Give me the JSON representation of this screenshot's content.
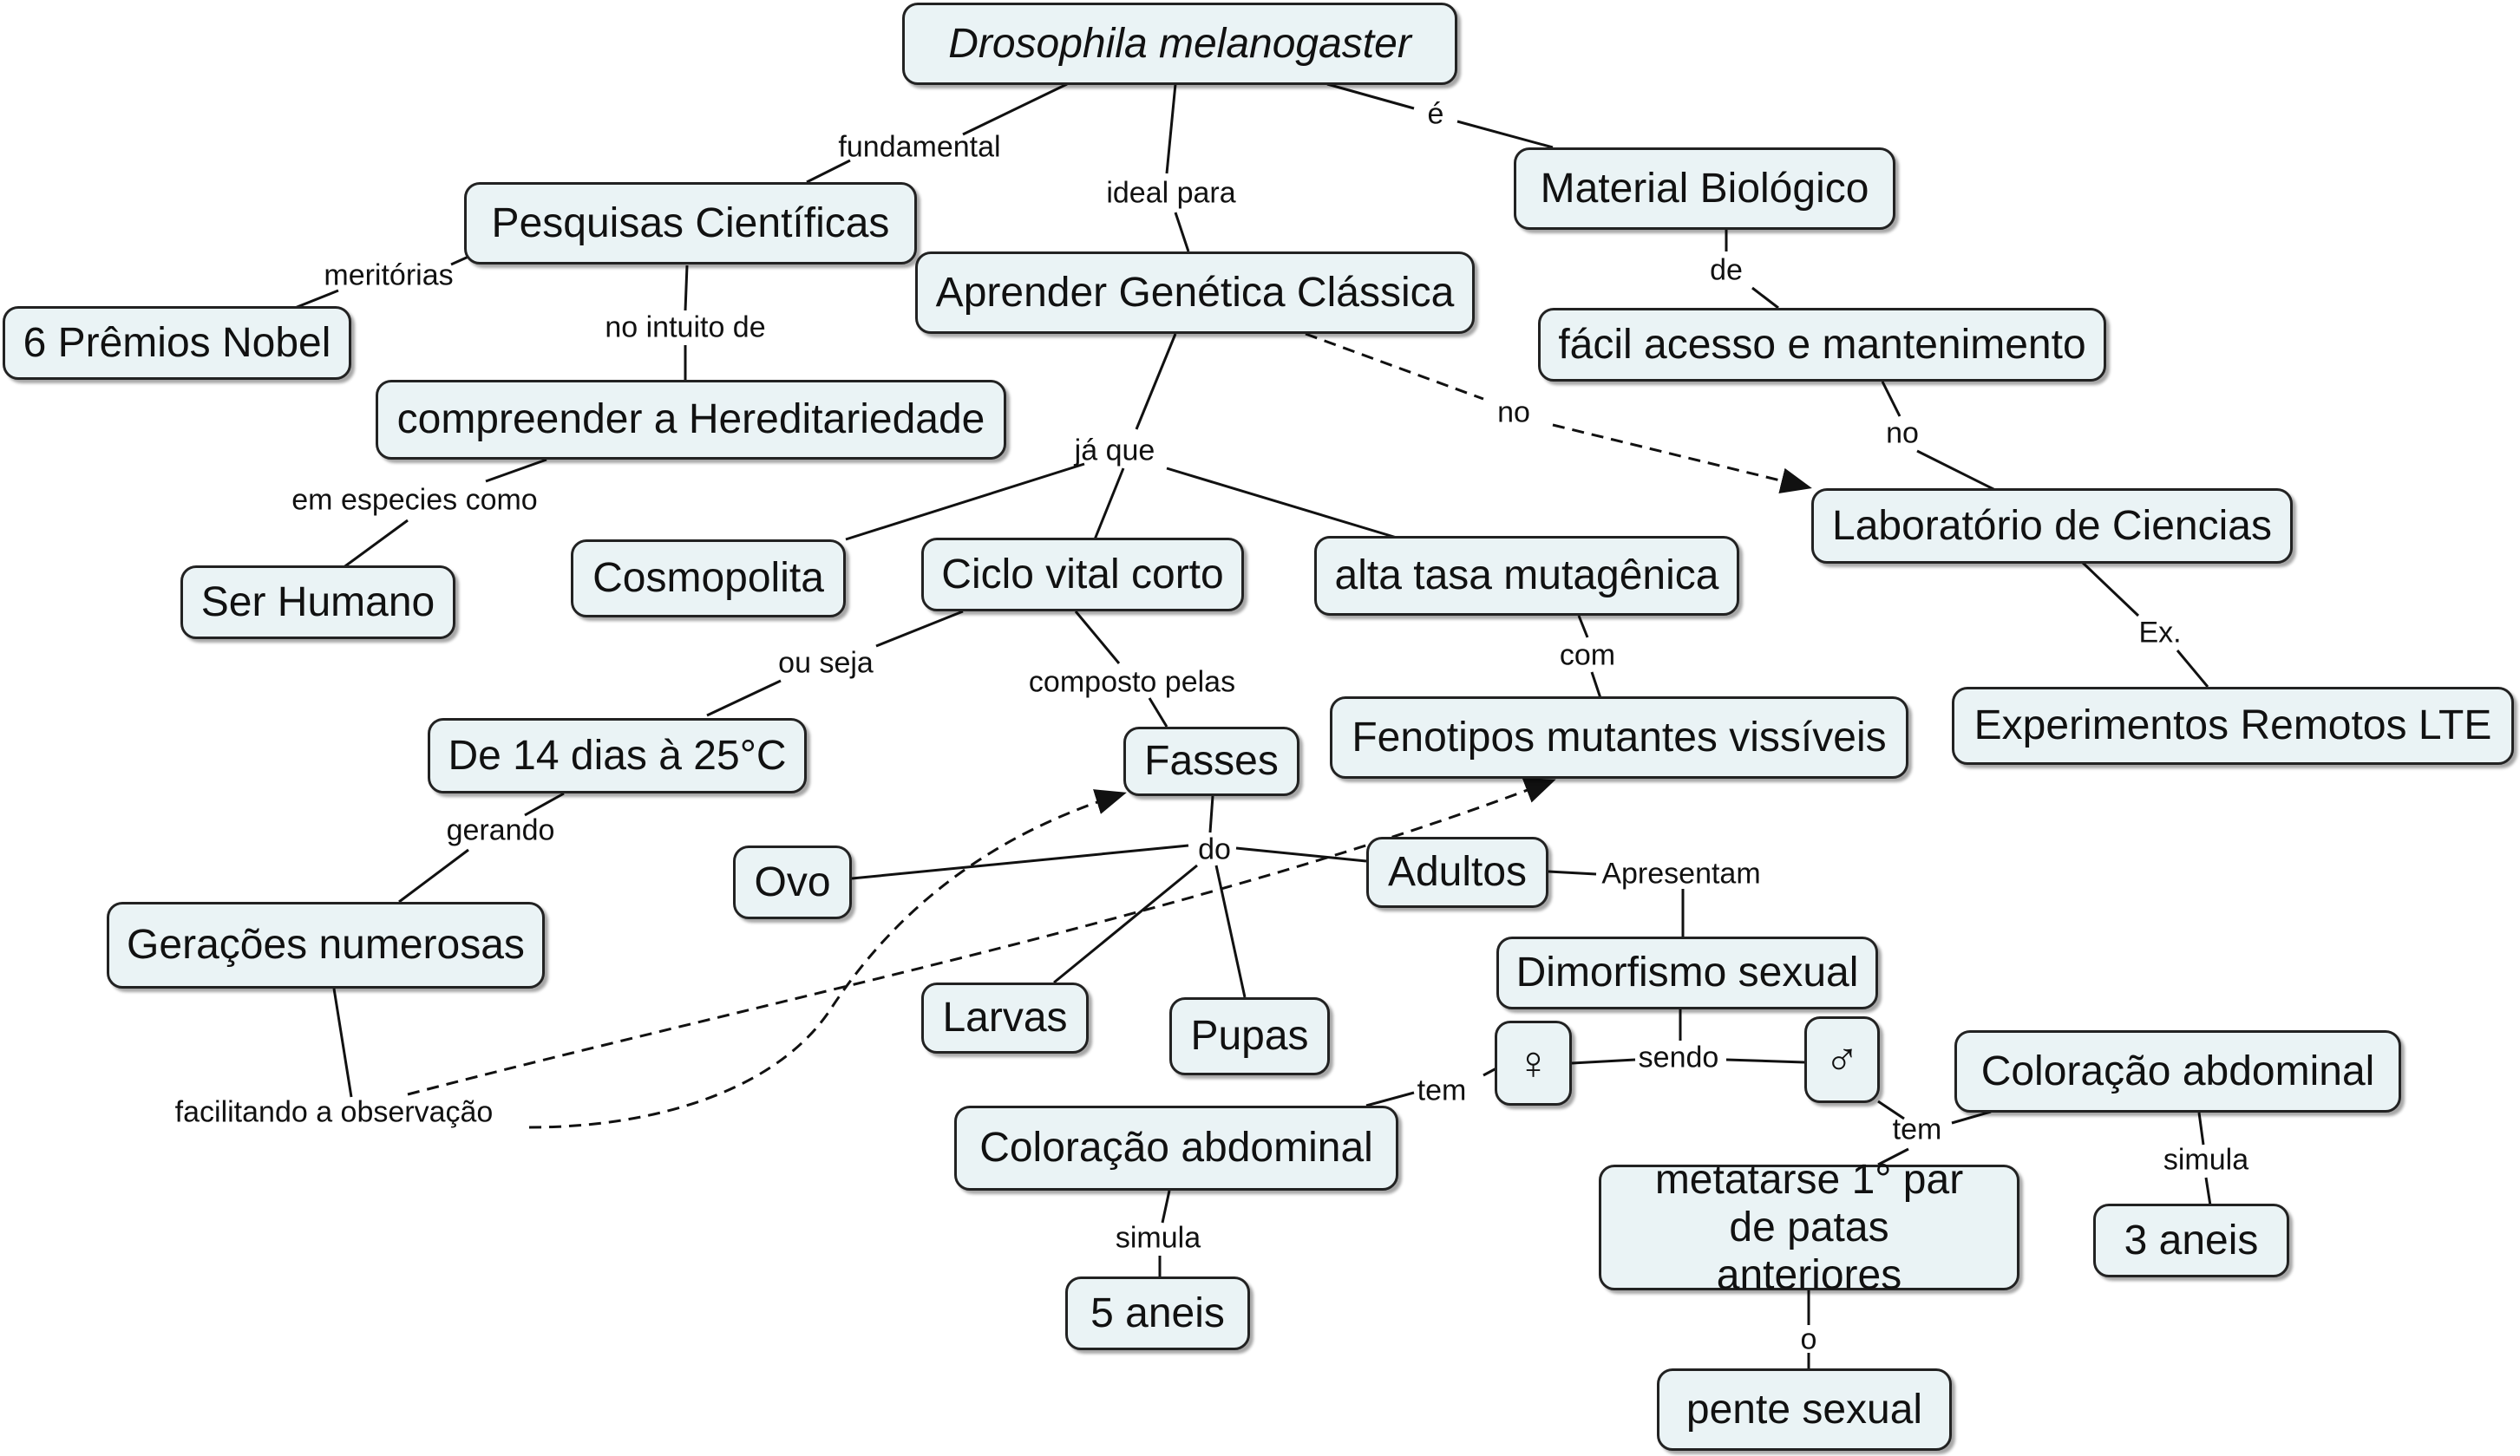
{
  "concept_map": {
    "nodes": {
      "drosophila": "Drosophila melanogaster",
      "pesquisas": "Pesquisas Científicas",
      "nobel": "6 Prêmios Nobel",
      "hereditariedade": "compreender a Hereditariedade",
      "ser_humano": "Ser Humano",
      "aprender": "Aprender Genética Clássica",
      "material": "Material Biológico",
      "facil": "fácil acesso e mantenimento",
      "laboratorio": "Laboratório de Ciencias",
      "experimentos": "Experimentos Remotos LTE",
      "cosmopolita": "Cosmopolita",
      "ciclo": "Ciclo vital corto",
      "mutagenica": "alta tasa mutagênica",
      "fenotipos": "Fenotipos mutantes vissíveis",
      "dias": "De 14 dias à 25°C",
      "geracoes": "Gerações numerosas",
      "fasses": "Fasses",
      "ovo": "Ovo",
      "adultos": "Adultos",
      "larvas": "Larvas",
      "pupas": "Pupas",
      "dimorfismo": "Dimorfismo sexual",
      "femea": "♀",
      "macho": "♂",
      "coloracao_f": "Coloração abdominal",
      "coloracao_m": "Coloração abdominal",
      "aneis5": "5 aneis",
      "aneis3": "3 aneis",
      "metatarse": "metatarse 1° par de patas anteriores",
      "pente": "pente sexual"
    },
    "links": {
      "fundamental": "fundamental",
      "ideal_para": "ideal para",
      "e": "é",
      "meritorias": "meritórias",
      "no_intuito": "no intuito de",
      "em_especies": "em especies como",
      "de": "de",
      "no_1": "no",
      "no_2": "no",
      "ex": "Ex.",
      "ja_que": "já que",
      "ou_seja": "ou seja",
      "composto": "composto pelas",
      "com": "com",
      "gerando": "gerando",
      "facilitando": "facilitando a observação",
      "do": "do",
      "apresentam": "Apresentam",
      "sendo": "sendo",
      "tem_f": "tem",
      "tem_m": "tem",
      "simula_f": "simula",
      "simula_m": "simula",
      "o": "o"
    },
    "colors": {
      "node_fill": "#eaf3f5",
      "node_border": "#222222",
      "line": "#111111"
    }
  }
}
